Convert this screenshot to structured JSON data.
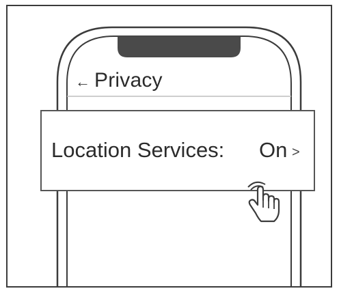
{
  "header": {
    "back_arrow": "←",
    "title": "Privacy"
  },
  "setting": {
    "label": "Location Services:",
    "value": "On",
    "chevron": ">"
  },
  "icons": {
    "back": "arrow-left-icon",
    "chevron": "chevron-right-icon",
    "pointer": "hand-pointer-icon",
    "speaker": "notch"
  },
  "colors": {
    "line": "#3b3b3b",
    "notch": "#4a4a4a",
    "text": "#2b2b2b"
  }
}
